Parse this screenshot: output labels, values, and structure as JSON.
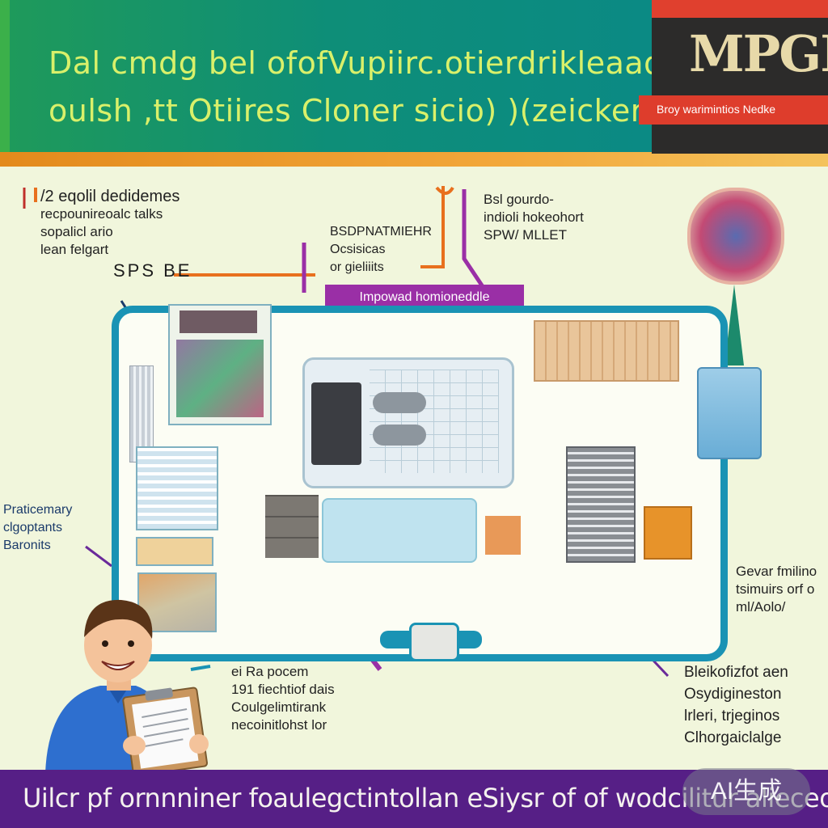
{
  "header": {
    "title_line1": "Dal cmdg bel ofofVupiirc.otierdrikleaade,",
    "title_line2": "oulsh ,tt  Otiires  Cloner sicio)   )(zeicker",
    "logo": "MPGR",
    "logo_subtitle": "Broy warimintios Nedke"
  },
  "annotations": {
    "top_left": [
      "/2 eqolil dedidemes",
      "recpounireoalc  talks",
      "sopalicl ario",
      "lean felgart"
    ],
    "sps_label": "SPS  BE",
    "center_left": [
      "BSDPNATMIEHR",
      "Ocsisicas",
      "or gieliiits"
    ],
    "banner": "Impowad homioneddle",
    "top_right": [
      "Bsl gourdo-",
      "indioli hokeohort",
      "SPW/ MLLET"
    ],
    "left": [
      "Praticemary",
      "clgoptants",
      "Baronits"
    ],
    "right": [
      "Gevar fmilino",
      "tsimuirs orf o",
      "ml/Aolo/"
    ],
    "bottom_center": [
      "ei Ra pocem",
      "191 fiechtiof  dais",
      "Coulgelimtirank",
      "necoinitlohst lor"
    ],
    "bottom_right": [
      "Bleikofizfot aen",
      "Osydigineston",
      "lrleri, trjeginos",
      "Clhorgaiclalge"
    ]
  },
  "footer": {
    "text": "Uilcr pf ornnniner foaulegctintollan eSiysr of of wodcilitur alieceoar",
    "watermark": "AI生成"
  },
  "colors": {
    "header_green": "#0e8e78",
    "accent_orange": "#e38a1c",
    "plan_border": "#1a93b4",
    "banner_purple": "#9a2fa6",
    "footer_purple": "#561f86",
    "logo_red": "#de3d2c"
  },
  "icons": [
    "person-icon",
    "clipboard-icon",
    "gauge-icon",
    "medallion-icon"
  ]
}
